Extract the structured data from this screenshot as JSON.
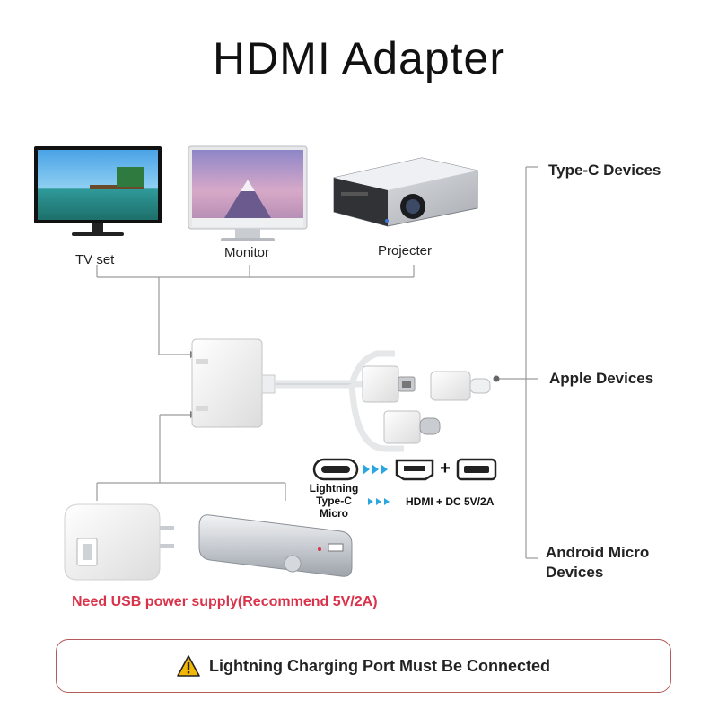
{
  "title": "HDMI Adapter",
  "displays": [
    {
      "label": "TV set"
    },
    {
      "label": "Monitor"
    },
    {
      "label": "Projecter"
    }
  ],
  "device_types": {
    "type_c": "Type-C Devices",
    "apple": "Apple Devices",
    "android_line1": "Android Micro",
    "android_line2": "Devices"
  },
  "connector_legend": {
    "inputs_line1": "Lightning",
    "inputs_line2": "Type-C",
    "inputs_line3": "Micro",
    "outputs": "HDMI + DC 5V/2A",
    "plus": "+"
  },
  "power_note": "Need USB power supply(Recommend 5V/2A)",
  "warning": "Lightning Charging Port Must Be Connected",
  "colors": {
    "power_note": "#d9324a",
    "warning_border": "#b45a5a",
    "warning_icon": "#f2b705",
    "arrow_blue": "#2aa7e0"
  }
}
